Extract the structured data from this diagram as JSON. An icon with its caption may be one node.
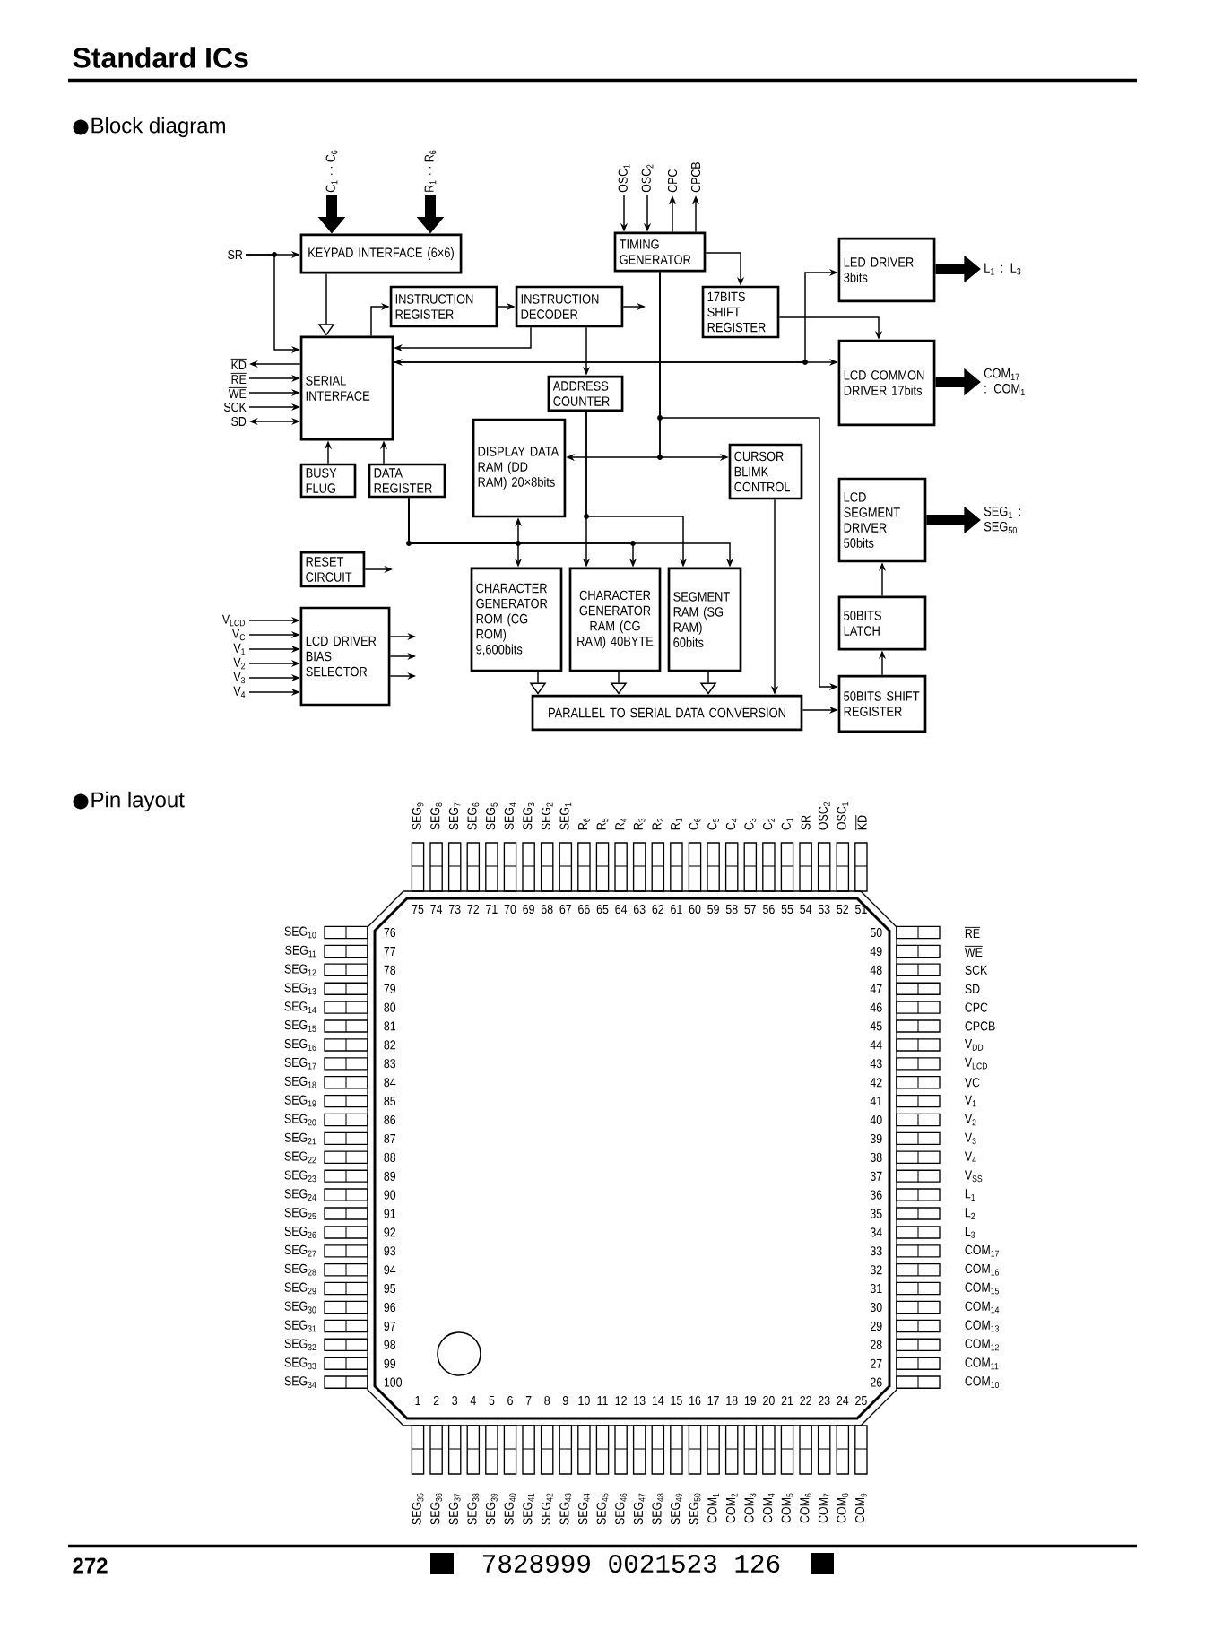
{
  "diagram": {
    "title": "Standard ICs",
    "nodes": [
      {
        "text": [
          "KEYPAD INTERFACE (6×6)"
        ]
      },
      {
        "text": [
          "INSTRUCTION REGISTER"
        ]
      },
      {
        "text": [
          "INSTRUCTION DECODER"
        ]
      },
      {
        "text": [
          "TIMING GENERATOR"
        ]
      },
      {
        "text": [
          "17BITS SHIFT REGISTER"
        ]
      },
      {
        "text": [
          "LED DRIVER 3bits"
        ]
      },
      {
        "text": [
          "LCD COMMON DRIVER 17bits"
        ]
      },
      {
        "text": [
          "SERIAL INTERFACE"
        ]
      },
      {
        "text": [
          "ADDRESS COUNTER"
        ]
      },
      {
        "text": [
          "BUSY FLUG"
        ]
      },
      {
        "text": [
          "DATA REGISTER"
        ]
      },
      {
        "text": [
          "DISPLAY DATA RAM (DD RAM) 20×8bits"
        ]
      },
      {
        "text": [
          "CURSOR BLIMK CONTROL"
        ]
      },
      {
        "text": [
          "LCD SEGMENT DRIVER 50bits"
        ]
      },
      {
        "text": [
          "RESET CIRCUIT"
        ]
      },
      {
        "text": [
          "50BITS LATCH"
        ]
      },
      {
        "text": [
          "CHARACTER GENERATOR ROM (CG ROM) 9,600bits"
        ]
      },
      {
        "text": [
          "CHARACTER GENERATOR RAM (CG RAM) 40BYTE"
        ]
      },
      {
        "text": [
          "SEGMENT RAM (SG RAM) 60bits"
        ]
      },
      {
        "text": [
          "LCD DRIVER BIAS SELECTOR"
        ]
      },
      {
        "text": [
          "PARALLEL TO SERIAL DATA CONVERSION"
        ]
      },
      {
        "text": [
          "50BITS SHIFT REGISTER"
        ]
      },
      {
        "text": [
          "C$_{1}$ · · C$_{6}$"
        ]
      },
      {
        "text": [
          "R$_{1}$ · · R$_{6}$"
        ]
      },
      {
        "text": [
          "SR"
        ]
      },
      {
        "text": [
          "OSC$_{1}$"
        ]
      },
      {
        "text": [
          "OSC$_{2}$"
        ]
      },
      {
        "text": [
          "CPC"
        ]
      },
      {
        "text": [
          "CPCB"
        ]
      },
      {
        "text": [
          "L$_{1}$ : L$_{3}$"
        ]
      },
      {
        "text": [
          "COM$_{17}$ : COM$_{1}$"
        ]
      },
      {
        "text": [
          "SEG$_{1}$ : SEG$_{50}$"
        ]
      },
      {
        "text": [
          "KD"
        ]
      },
      {
        "text": [
          "RE"
        ]
      },
      {
        "text": [
          "WE"
        ]
      },
      {
        "text": [
          "SCK"
        ]
      },
      {
        "text": [
          "SD"
        ]
      },
      {
        "text": [
          "V$_{LCD}$"
        ]
      },
      {
        "text": [
          "V$_{C}$"
        ]
      },
      {
        "text": [
          "V$_{1}$"
        ]
      },
      {
        "text": [
          "V$_{2}$"
        ]
      },
      {
        "text": [
          "V$_{3}$"
        ]
      },
      {
        "text": [
          "V$_{4}$"
        ]
      }
    ],
    "edges": [
      {
        "from": 22,
        "to": 0,
        "arrow": "to",
        "style": "thick"
      },
      {
        "from": 23,
        "to": 0,
        "arrow": "to",
        "style": "thick"
      },
      {
        "from": 24,
        "to": 0,
        "arrow": "to"
      },
      {
        "from": 24,
        "to": 7,
        "arrow": "to"
      },
      {
        "from": 0,
        "to": 7,
        "arrow": "to"
      },
      {
        "from": 7,
        "to": 1,
        "arrow": "to"
      },
      {
        "from": 1,
        "to": 2,
        "arrow": "to"
      },
      {
        "from": 2,
        "to": null,
        "arrow": "to"
      },
      {
        "from": 2,
        "to": 7,
        "arrow": "to"
      },
      {
        "from": 2,
        "to": 8,
        "arrow": "to"
      },
      {
        "from": 25,
        "to": 3,
        "arrow": "to"
      },
      {
        "from": 26,
        "to": 3,
        "arrow": "to"
      },
      {
        "from": 3,
        "to": 27,
        "arrow": "to"
      },
      {
        "from": 3,
        "to": 28,
        "arrow": "to"
      },
      {
        "from": 3,
        "to": 4,
        "arrow": "to"
      },
      {
        "from": 4,
        "to": 6,
        "arrow": "to"
      },
      {
        "from": 7,
        "to": 5,
        "arrow": "to"
      },
      {
        "from": 7,
        "to": 6,
        "arrow": "both"
      },
      {
        "from": 3,
        "to": 11,
        "arrow": "to"
      },
      {
        "from": 3,
        "to": 12,
        "arrow": "to"
      },
      {
        "from": 3,
        "to": 21,
        "arrow": "to"
      },
      {
        "from": 8,
        "to": 17,
        "arrow": "to"
      },
      {
        "from": 8,
        "to": 18,
        "arrow": "to"
      },
      {
        "from": 9,
        "to": 7,
        "arrow": "to"
      },
      {
        "from": 10,
        "to": 7,
        "arrow": "to"
      },
      {
        "from": 10,
        "to": 11,
        "arrow": "to"
      },
      {
        "from": 10,
        "to": 16,
        "arrow": "to"
      },
      {
        "from": 10,
        "to": 17,
        "arrow": "to"
      },
      {
        "from": 10,
        "to": 18,
        "arrow": "to"
      },
      {
        "from": 14,
        "to": null,
        "arrow": "to"
      },
      {
        "from": 37,
        "to": 19,
        "arrow": "to"
      },
      {
        "from": 38,
        "to": 19,
        "arrow": "to"
      },
      {
        "from": 39,
        "to": 19,
        "arrow": "to"
      },
      {
        "from": 40,
        "to": 19,
        "arrow": "to"
      },
      {
        "from": 41,
        "to": 19,
        "arrow": "to"
      },
      {
        "from": 42,
        "to": 19,
        "arrow": "to"
      },
      {
        "from": 19,
        "to": null,
        "arrow": "to"
      },
      {
        "from": 19,
        "to": null,
        "arrow": "to"
      },
      {
        "from": 19,
        "to": null,
        "arrow": "to"
      },
      {
        "from": 16,
        "to": 20,
        "arrow": "to"
      },
      {
        "from": 17,
        "to": 20,
        "arrow": "to"
      },
      {
        "from": 18,
        "to": 20,
        "arrow": "to"
      },
      {
        "from": 12,
        "to": 20,
        "arrow": "to"
      },
      {
        "from": 20,
        "to": 21,
        "arrow": "to"
      },
      {
        "from": 21,
        "to": 15,
        "arrow": "to"
      },
      {
        "from": 15,
        "to": 13,
        "arrow": "to"
      },
      {
        "from": 5,
        "to": 29,
        "arrow": "to",
        "style": "thick"
      },
      {
        "from": 6,
        "to": 30,
        "arrow": "to",
        "style": "thick"
      },
      {
        "from": 13,
        "to": 31,
        "arrow": "to",
        "style": "thick"
      },
      {
        "from": 7,
        "to": 32,
        "arrow": "to"
      },
      {
        "from": 33,
        "to": 7,
        "arrow": "to"
      },
      {
        "from": 34,
        "to": 7,
        "arrow": "to"
      },
      {
        "from": 35,
        "to": 7,
        "arrow": "to"
      },
      {
        "from": 7,
        "to": 36,
        "arrow": "both"
      }
    ],
    "labels": [
      "Block diagram",
      "Pin layout",
      "SEG$_{9}$",
      "SEG$_{8}$",
      "SEG$_{7}$",
      "SEG$_{6}$",
      "SEG$_{5}$",
      "SEG$_{4}$",
      "SEG$_{3}$",
      "SEG$_{2}$",
      "SEG$_{1}$",
      "R$_{6}$",
      "R$_{5}$",
      "R$_{4}$",
      "R$_{3}$",
      "R$_{2}$",
      "R$_{1}$",
      "C$_{6}$",
      "C$_{5}$",
      "C$_{4}$",
      "C$_{3}$",
      "C$_{2}$",
      "C$_{1}$",
      "SR",
      "OSC$_{2}$",
      "OSC$_{1}$",
      "KD",
      "75",
      "74",
      "73",
      "72",
      "71",
      "70",
      "69",
      "68",
      "67",
      "66",
      "65",
      "64",
      "63",
      "62",
      "61",
      "60",
      "59",
      "58",
      "57",
      "56",
      "55",
      "54",
      "53",
      "52",
      "51",
      "SEG$_{10}$",
      "SEG$_{11}$",
      "SEG$_{12}$",
      "SEG$_{13}$",
      "SEG$_{14}$",
      "SEG$_{15}$",
      "SEG$_{16}$",
      "SEG$_{17}$",
      "SEG$_{18}$",
      "SEG$_{19}$",
      "SEG$_{20}$",
      "SEG$_{21}$",
      "SEG$_{22}$",
      "SEG$_{23}$",
      "SEG$_{24}$",
      "SEG$_{25}$",
      "SEG$_{26}$",
      "SEG$_{27}$",
      "SEG$_{28}$",
      "SEG$_{29}$",
      "SEG$_{30}$",
      "SEG$_{31}$",
      "SEG$_{32}$",
      "SEG$_{33}$",
      "SEG$_{34}$",
      "76",
      "77",
      "78",
      "79",
      "80",
      "81",
      "82",
      "83",
      "84",
      "85",
      "86",
      "87",
      "88",
      "89",
      "90",
      "91",
      "92",
      "93",
      "94",
      "95",
      "96",
      "97",
      "98",
      "99",
      "100",
      "50",
      "49",
      "48",
      "47",
      "46",
      "45",
      "44",
      "43",
      "42",
      "41",
      "40",
      "39",
      "38",
      "37",
      "36",
      "35",
      "34",
      "33",
      "32",
      "31",
      "30",
      "29",
      "28",
      "27",
      "26",
      "RE",
      "WE",
      "SCK",
      "SD",
      "CPC",
      "CPCB",
      "V$_{DD}$",
      "V$_{LCD}$",
      "VC",
      "V$_{1}$",
      "V$_{2}$",
      "V$_{3}$",
      "V$_{4}$",
      "V$_{SS}$",
      "L$_{1}$",
      "L$_{2}$",
      "L$_{3}$",
      "COM$_{17}$",
      "COM$_{16}$",
      "COM$_{15}$",
      "COM$_{14}$",
      "COM$_{13}$",
      "COM$_{12}$",
      "COM$_{11}$",
      "COM$_{10}$",
      "1",
      "2",
      "3",
      "4",
      "5",
      "6",
      "7",
      "8",
      "9",
      "10",
      "11",
      "12",
      "13",
      "14",
      "15",
      "16",
      "17",
      "18",
      "19",
      "20",
      "21",
      "22",
      "23",
      "24",
      "25",
      "SEG$_{35}$",
      "SEG$_{36}$",
      "SEG$_{37}$",
      "SEG$_{38}$",
      "SEG$_{39}$",
      "SEG$_{40}$",
      "SEG$_{41}$",
      "SEG$_{42}$",
      "SEG$_{43}$",
      "SEG$_{44}$",
      "SEG$_{45}$",
      "SEG$_{46}$",
      "SEG$_{47}$",
      "SEG$_{48}$",
      "SEG$_{49}$",
      "SEG$_{50}$",
      "COM$_{1}$",
      "COM$_{2}$",
      "COM$_{3}$",
      "COM$_{4}$",
      "COM$_{5}$",
      "COM$_{6}$",
      "COM$_{7}$",
      "COM$_{8}$",
      "COM$_{9}$",
      "272",
      "7828999 0021523 126"
    ]
  }
}
